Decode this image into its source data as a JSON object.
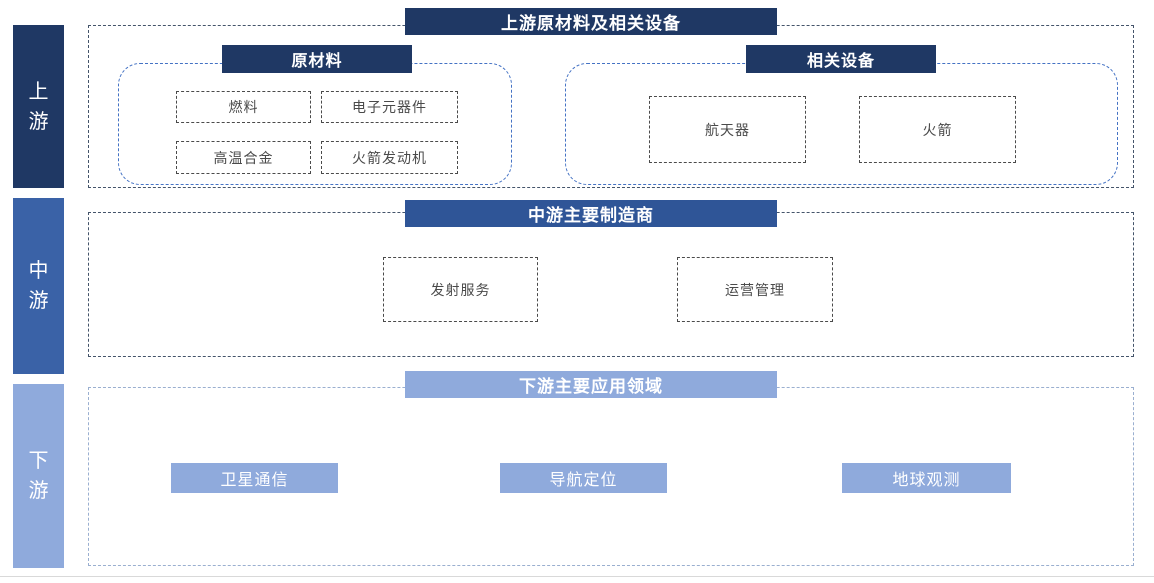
{
  "diagram": {
    "kind": "industry-chain",
    "colors": {
      "navy": "#1F3864",
      "mid_blue_header": "#2F5597",
      "mid_blue_sidebar": "#3A62A7",
      "light_blue": "#8FAADC",
      "item_border": "#4a4a4a",
      "outer_dash": "#44546A",
      "group_dash": "#4472C4"
    }
  },
  "sidebar": {
    "items": [
      {
        "label": "上游"
      },
      {
        "label": "中游"
      },
      {
        "label": "下游"
      }
    ]
  },
  "sections": {
    "upstream": {
      "title": "上游原材料及相关设备",
      "groups": [
        {
          "title": "原材料",
          "items": [
            "燃料",
            "电子元器件",
            "高温合金",
            "火箭发动机"
          ]
        },
        {
          "title": "相关设备",
          "items": [
            "航天器",
            "火箭"
          ]
        }
      ]
    },
    "midstream": {
      "title": "中游主要制造商",
      "items": [
        "发射服务",
        "运营管理"
      ]
    },
    "downstream": {
      "title": "下游主要应用领域",
      "items": [
        "卫星通信",
        "导航定位",
        "地球观测"
      ]
    }
  }
}
